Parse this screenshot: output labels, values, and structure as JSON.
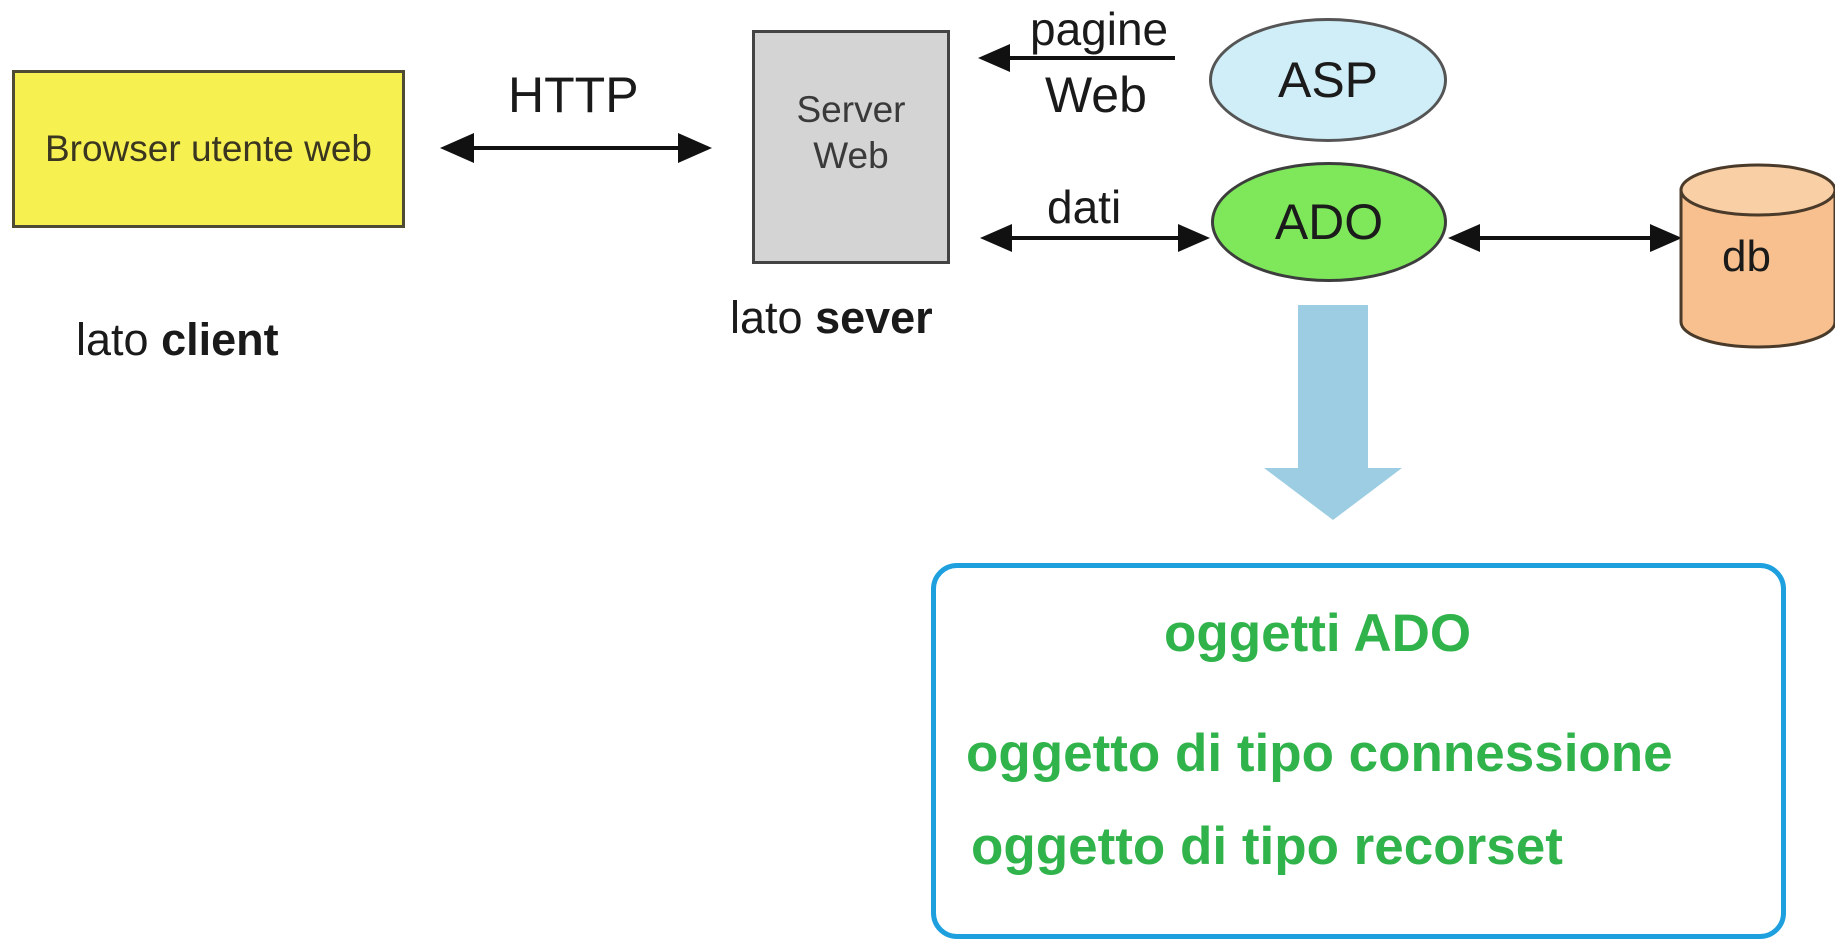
{
  "diagram": {
    "nodes": {
      "browser": {
        "line1": "Browser",
        "line2": "utente web"
      },
      "server": {
        "line1": "Server",
        "line2": "Web"
      },
      "asp": {
        "label": "ASP"
      },
      "ado": {
        "label": "ADO"
      },
      "db": {
        "label": "db"
      }
    },
    "edges": {
      "http": {
        "label": "HTTP"
      },
      "pages": {
        "line1": "pagine",
        "line2": "Web"
      },
      "data": {
        "label": "dati"
      }
    },
    "captions": {
      "client": {
        "prefix": "lato ",
        "bold": "client"
      },
      "server": {
        "prefix": "lato ",
        "bold": "sever"
      }
    },
    "ado_objects": {
      "title": "oggetti ADO",
      "items": [
        "oggetto di tipo connessione",
        "oggetto di tipo recorset"
      ]
    },
    "colors": {
      "browser_fill": "#f7f051",
      "server_fill": "#d4d4d4",
      "asp_fill": "#cfeef8",
      "ado_fill": "#7ee85a",
      "db_fill": "#f7c08e",
      "arrow_fill": "#9ccde2",
      "panel_border": "#1ea0df",
      "panel_text": "#2fb34a"
    }
  }
}
